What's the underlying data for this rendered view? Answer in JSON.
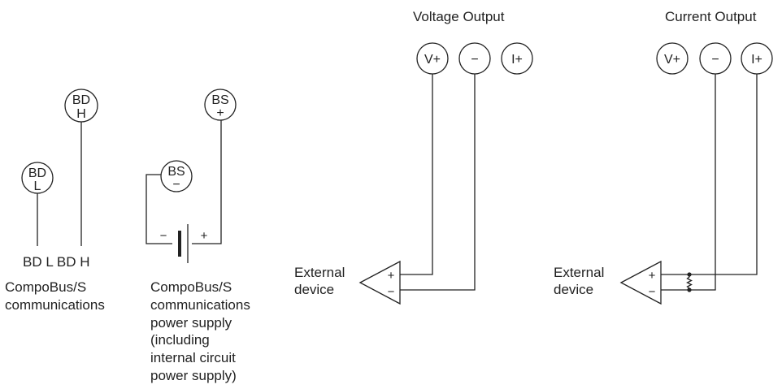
{
  "communications": {
    "bdl_terminal": {
      "top": "BD",
      "bottom": "L"
    },
    "bdh_terminal": {
      "top": "BD",
      "bottom": "H"
    },
    "wire_labels": "BD L BD H",
    "caption_lines": [
      "CompoBus/S",
      "communications"
    ]
  },
  "power_supply": {
    "bs_plus_terminal": {
      "top": "BS",
      "bottom": "+"
    },
    "bs_minus_terminal": {
      "top": "BS",
      "bottom": "−"
    },
    "battery_minus": "−",
    "battery_plus": "+",
    "caption_lines": [
      "CompoBus/S",
      "communications",
      "power supply",
      "(including",
      "internal circuit",
      "power supply)"
    ]
  },
  "voltage_output": {
    "title": "Voltage Output",
    "terminals": [
      "V+",
      "−",
      "I+"
    ],
    "device_label_lines": [
      "External",
      "device"
    ],
    "input_plus": "+",
    "input_minus": "−"
  },
  "current_output": {
    "title": "Current Output",
    "terminals": [
      "V+",
      "−",
      "I+"
    ],
    "device_label_lines": [
      "External",
      "device"
    ],
    "input_plus": "+",
    "input_minus": "−"
  }
}
